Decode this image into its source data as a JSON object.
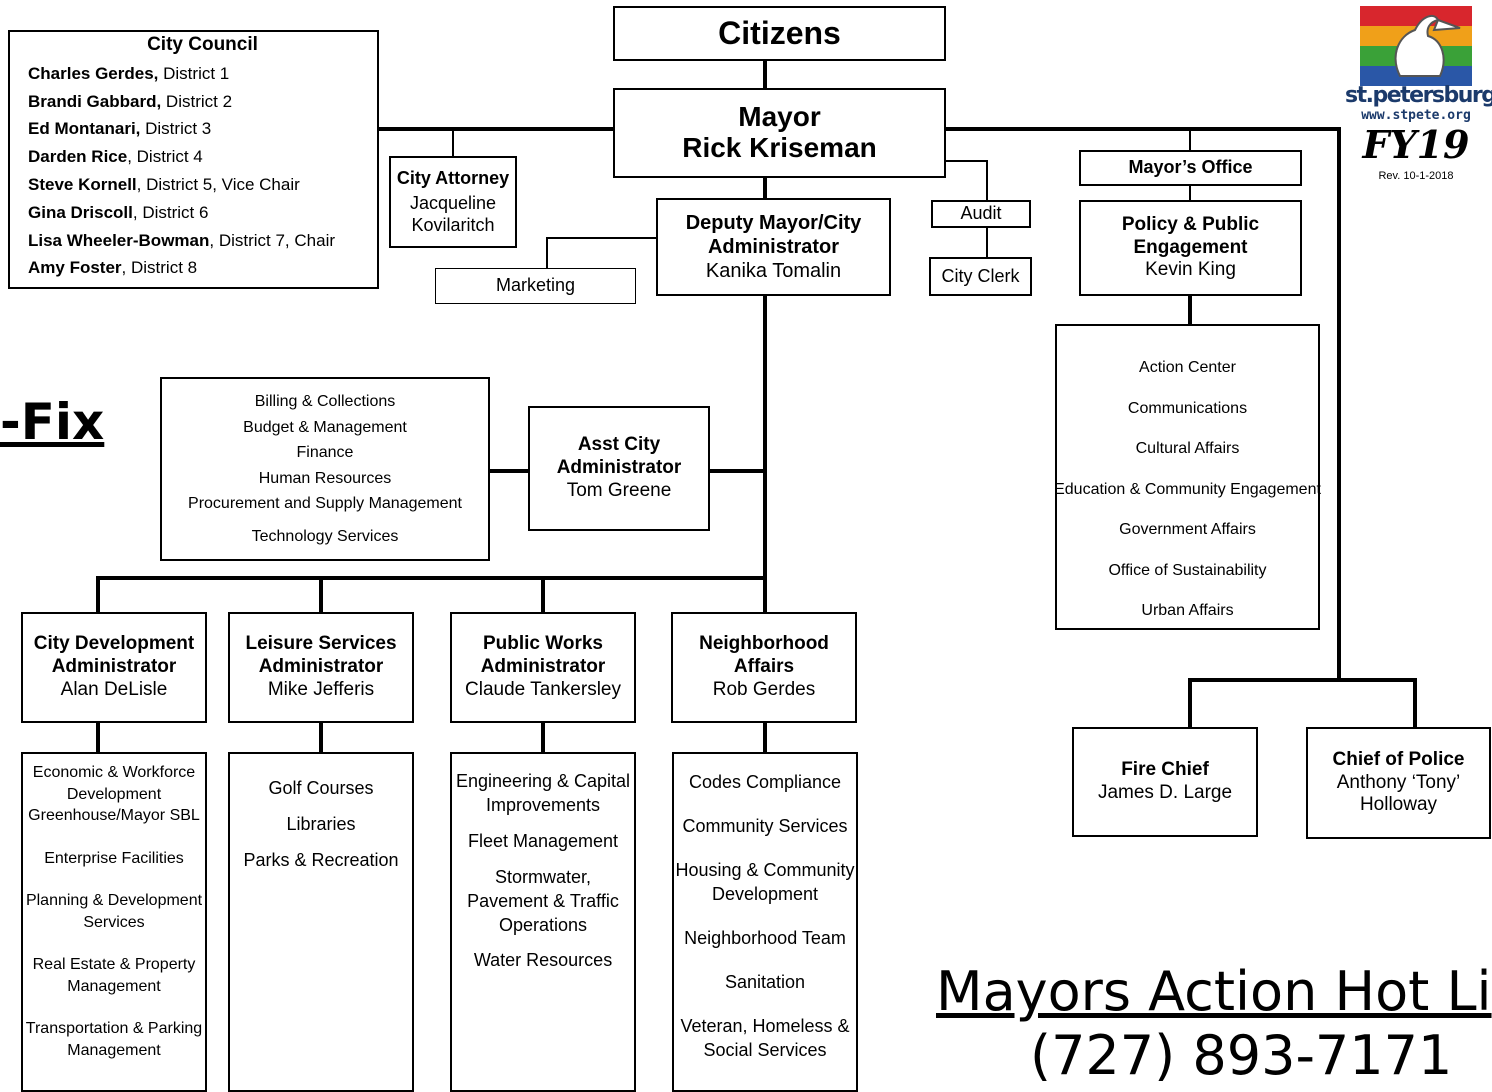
{
  "citizens": "Citizens",
  "mayor": {
    "title": "Mayor",
    "name": "Rick Kriseman"
  },
  "council": {
    "title": "City Council",
    "members": [
      {
        "name": "Charles Gerdes,",
        "detail": " District 1"
      },
      {
        "name": "Brandi Gabbard,",
        "detail": " District 2"
      },
      {
        "name": "Ed Montanari,",
        "detail": " District 3"
      },
      {
        "name": "Darden Rice",
        "detail": ", District 4"
      },
      {
        "name": "Steve Kornell",
        "detail": ", District 5, Vice Chair"
      },
      {
        "name": "Gina Driscoll",
        "detail": ", District 6"
      },
      {
        "name": "Lisa Wheeler-Bowman",
        "detail": ", District 7, Chair"
      },
      {
        "name": "Amy Foster",
        "detail": ", District 8"
      }
    ]
  },
  "city_attorney": {
    "title": "City Attorney",
    "name_line1": "Jacqueline",
    "name_line2": "Kovilaritch"
  },
  "marketing": "Marketing",
  "deputy_mayor": {
    "title_line1": "Deputy Mayor/City",
    "title_line2": "Administrator",
    "name": "Kanika Tomalin"
  },
  "audit": "Audit",
  "city_clerk": "City Clerk",
  "mayors_office": "Mayor’s Office",
  "policy": {
    "title_line1": "Policy & Public",
    "title_line2": "Engagement",
    "name": "Kevin King"
  },
  "policy_units": [
    "Action Center",
    "Communications",
    "Cultural Affairs",
    "Education & Community Engagement",
    "Government Affairs",
    "Office of Sustainability",
    "Urban Affairs"
  ],
  "logo": {
    "brand": "st.petersburg",
    "url": "www.stpete.org",
    "fy": "FY19",
    "rev": "Rev. 10-1-2018"
  },
  "fix_text": "-Fix",
  "asst_admin": {
    "title_line1": "Asst City",
    "title_line2": "Administrator",
    "name": "Tom Greene"
  },
  "asst_units": [
    "Billing & Collections",
    "Budget & Management",
    "Finance",
    "Human Resources",
    "Procurement and Supply Management",
    "Technology Services"
  ],
  "city_dev": {
    "title_line1": "City Development",
    "title_line2": "Administrator",
    "name": "Alan DeLisle"
  },
  "city_dev_units": [
    "Economic & Workforce",
    "Development",
    "Greenhouse/Mayor SBL",
    "Enterprise Facilities",
    "Planning & Development",
    "Services",
    "Real Estate & Property",
    "Management",
    "Transportation & Parking",
    "Management"
  ],
  "leisure": {
    "title_line1": "Leisure Services",
    "title_line2": "Administrator",
    "name": "Mike Jefferis"
  },
  "leisure_units": [
    "Golf Courses",
    "Libraries",
    "Parks & Recreation"
  ],
  "public_works": {
    "title_line1": "Public Works",
    "title_line2": "Administrator",
    "name": "Claude Tankersley"
  },
  "public_works_units": [
    "Engineering & Capital",
    "Improvements",
    "Fleet Management",
    "Stormwater,",
    "Pavement & Traffic",
    "Operations",
    "Water Resources"
  ],
  "neighborhood": {
    "title_line1": "Neighborhood",
    "title_line2": "Affairs",
    "name": "Rob Gerdes"
  },
  "neighborhood_units": [
    "Codes Compliance",
    "Community Services",
    "Housing & Community",
    "Development",
    "Neighborhood Team",
    "Sanitation",
    "Veteran, Homeless &",
    "Social Services"
  ],
  "fire": {
    "title": "Fire Chief",
    "name": "James D. Large"
  },
  "police": {
    "title": "Chief of Police",
    "name_line1": "Anthony ‘Tony’",
    "name_line2": "Holloway"
  },
  "hotline": {
    "text": "Mayors Action Hot Li",
    "phone": "(727) 893-7171"
  }
}
